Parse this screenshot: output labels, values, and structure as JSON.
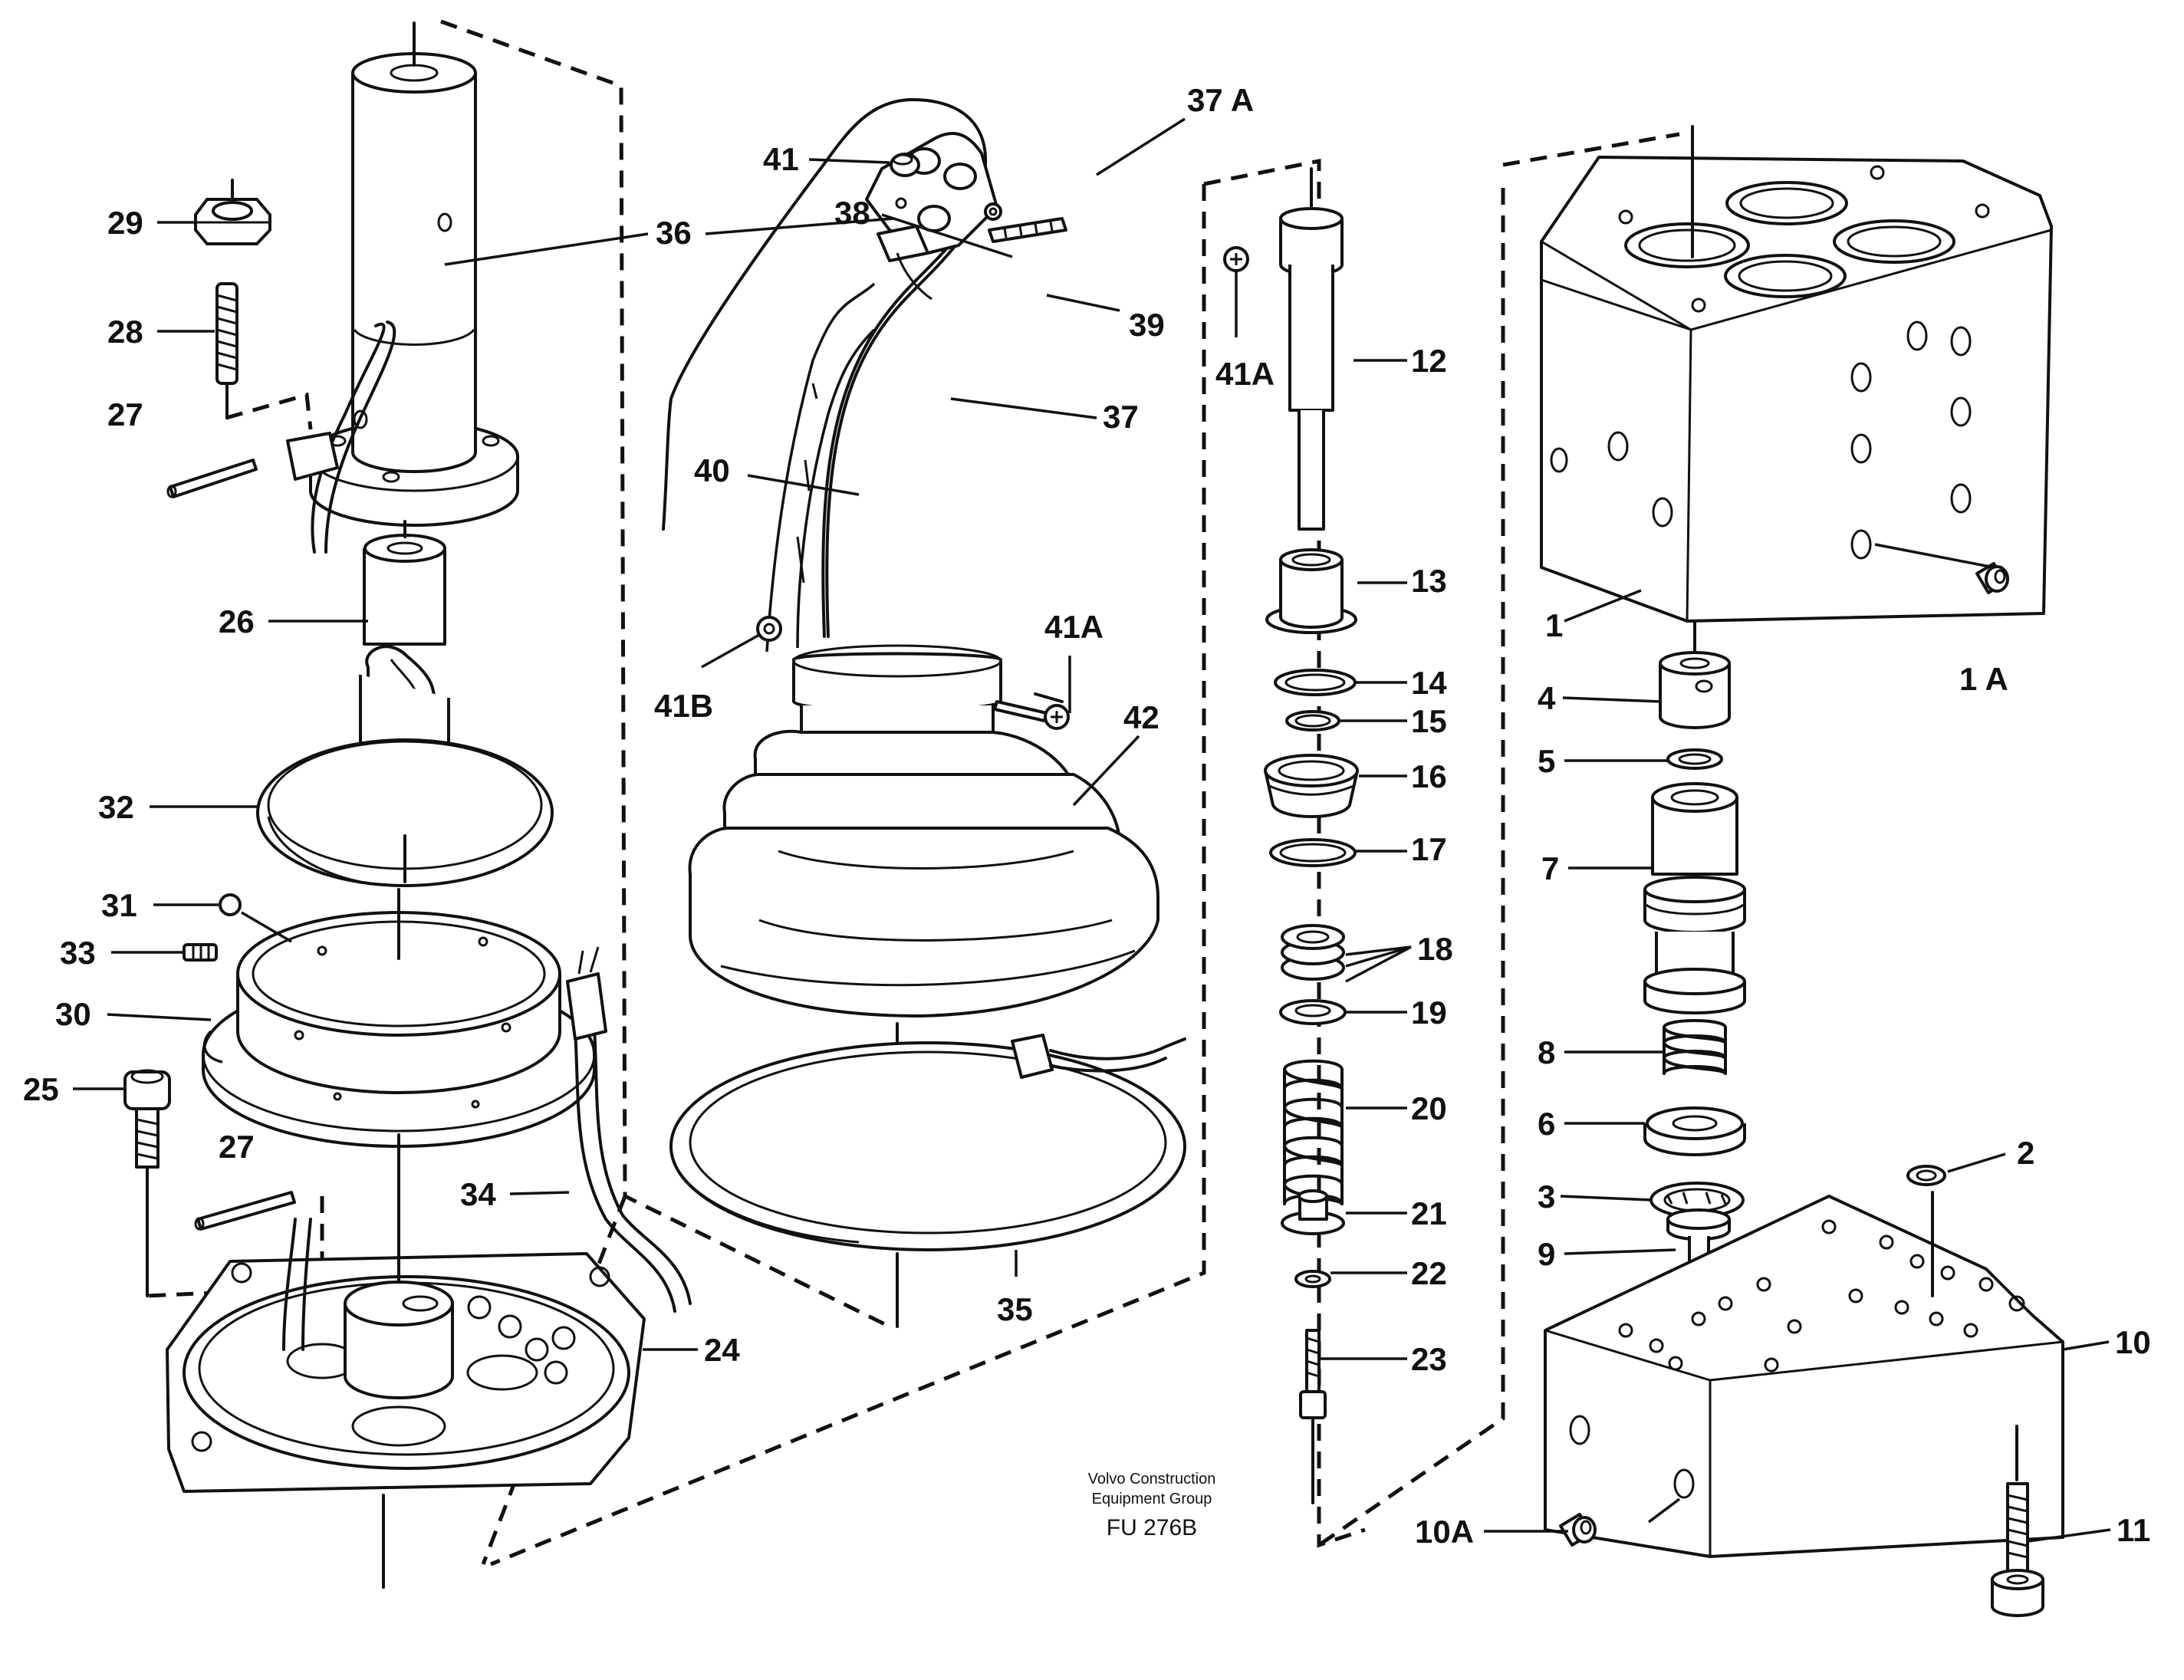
{
  "labels": {
    "l1": "1",
    "l1A": "1 A",
    "l2": "2",
    "l3": "3",
    "l4": "4",
    "l5": "5",
    "l6": "6",
    "l7": "7",
    "l8": "8",
    "l9": "9",
    "l10": "10",
    "l10A": "10A",
    "l11": "11",
    "l12": "12",
    "l13": "13",
    "l14": "14",
    "l15": "15",
    "l16": "16",
    "l17": "17",
    "l18": "18",
    "l19": "19",
    "l20": "20",
    "l21": "21",
    "l22": "22",
    "l23": "23",
    "l24": "24",
    "l25": "25",
    "l26": "26",
    "l27a": "27",
    "l27b": "27",
    "l28": "28",
    "l29": "29",
    "l30": "30",
    "l31": "31",
    "l32": "32",
    "l33": "33",
    "l34": "34",
    "l35": "35",
    "l36": "36",
    "l37": "37",
    "l37A": "37 A",
    "l38": "38",
    "l39": "39",
    "l40": "40",
    "l41": "41",
    "l41A_top": "41A",
    "l41A_mid": "41A",
    "l41B": "41B",
    "l42": "42"
  },
  "caption": {
    "line1": "Volvo Construction",
    "line2": "Equipment Group",
    "code": "FU 276B"
  }
}
